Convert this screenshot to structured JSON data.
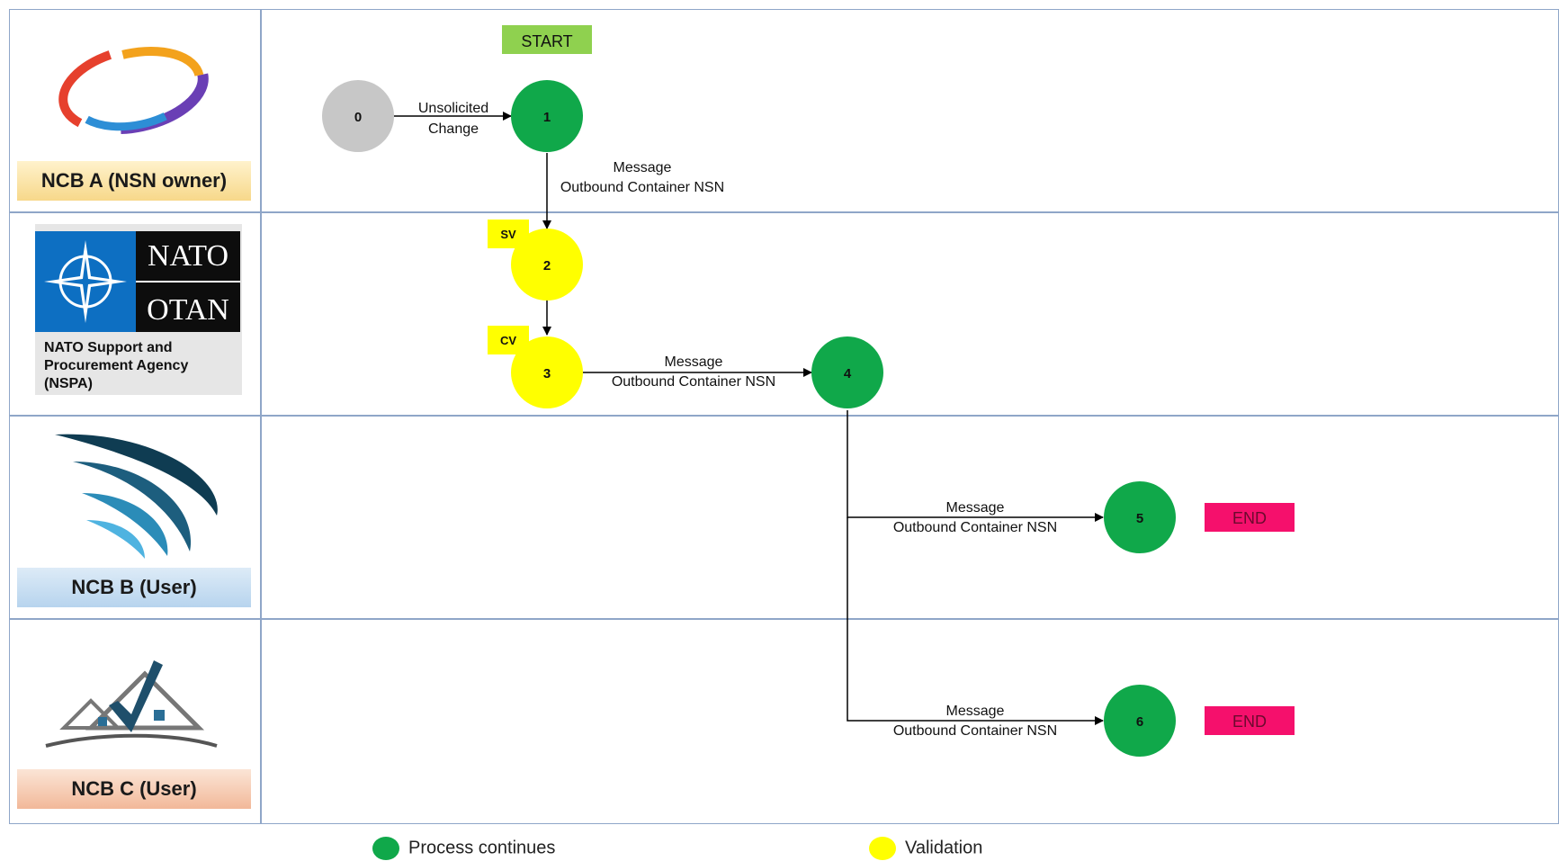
{
  "lanes": {
    "a": {
      "label": "NCB A (NSN owner)"
    },
    "nspa": {
      "title": "NATO Support and Procurement Agency (NSPA)",
      "logo_top": "NATO",
      "logo_bottom": "OTAN"
    },
    "b": {
      "label": "NCB B (User)"
    },
    "c": {
      "label": "NCB C (User)"
    }
  },
  "start_label": "START",
  "end_label": "END",
  "nodes": {
    "n0": "0",
    "n1": "1",
    "n2": "2",
    "n3": "3",
    "n4": "4",
    "n5": "5",
    "n6": "6"
  },
  "badges": {
    "sv": "SV",
    "cv": "CV"
  },
  "edges": {
    "e01_line1": "Unsolicited",
    "e01_line2": "Change",
    "msg_line1": "Message",
    "msg_line2": "Outbound Container NSN"
  },
  "legend": {
    "process": "Process continues",
    "validation": "Validation"
  },
  "colors": {
    "process": "#10a84a",
    "validation": "#ffff00",
    "initial": "#c7c7c7",
    "start": "#8fd14f",
    "end": "#f5106c",
    "lane_border": "#8fa6c8"
  }
}
